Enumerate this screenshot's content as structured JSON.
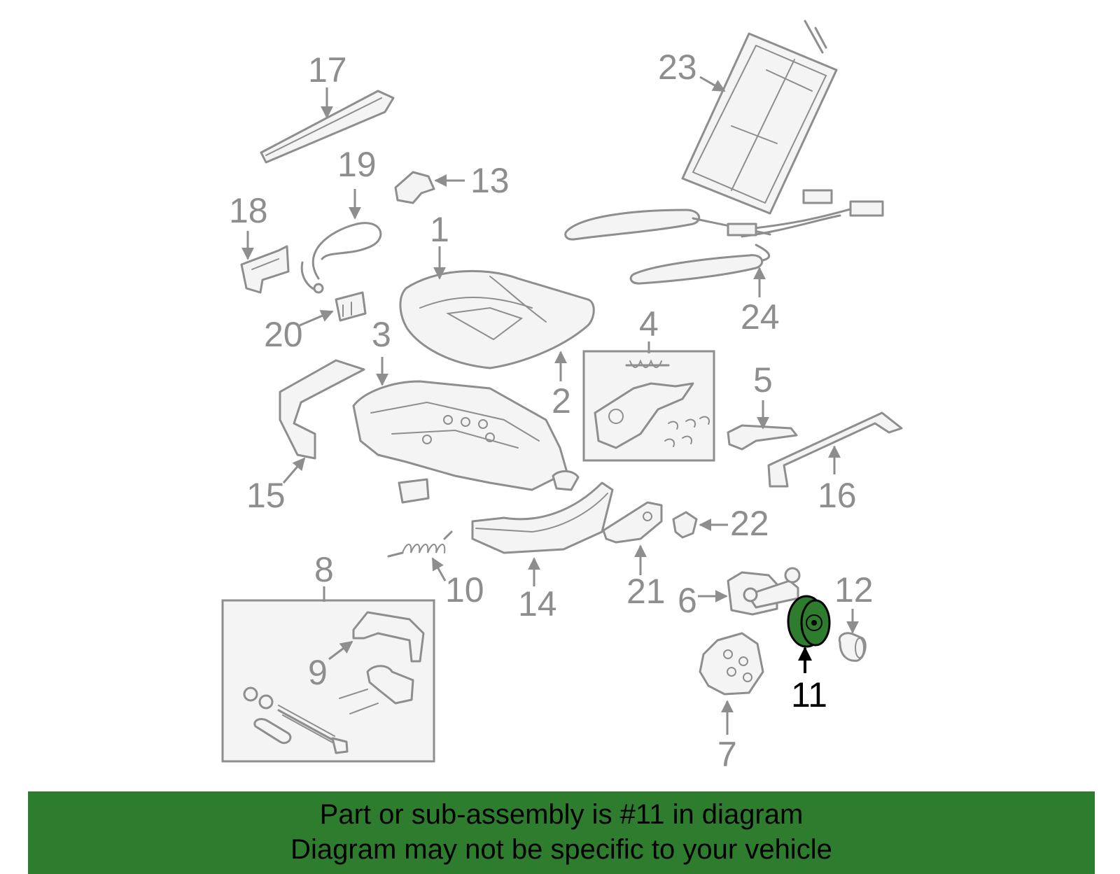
{
  "highlighted_part": "11",
  "highlight_color": "#2e7d2e",
  "part_color": "#8e8e8e",
  "callouts": {
    "c1": "1",
    "c2": "2",
    "c3": "3",
    "c4": "4",
    "c5": "5",
    "c6": "6",
    "c7": "7",
    "c8": "8",
    "c9": "9",
    "c10": "10",
    "c11": "11",
    "c12": "12",
    "c13": "13",
    "c14": "14",
    "c15": "15",
    "c16": "16",
    "c17": "17",
    "c18": "18",
    "c19": "19",
    "c20": "20",
    "c21": "21",
    "c22": "22",
    "c23": "23",
    "c24": "24"
  },
  "banner": {
    "line1": "Part or sub-assembly is #11 in diagram",
    "line2": "Diagram may not be specific to your vehicle"
  }
}
